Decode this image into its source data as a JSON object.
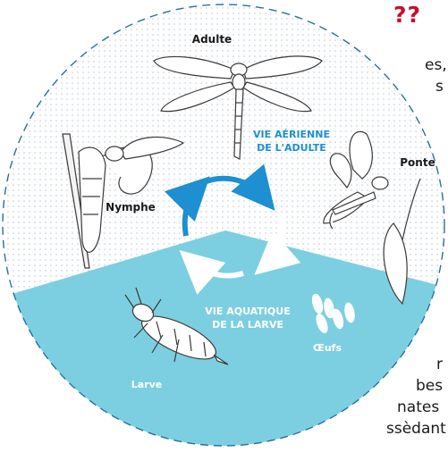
{
  "page": {
    "title_fragment": "??",
    "left_text": [
      "es,",
      "s"
    ],
    "bottom_text": [
      "r",
      "bes",
      "nates",
      "ssèdant"
    ]
  },
  "diagram": {
    "stages": {
      "adult": "Adulte",
      "laying": "Ponte",
      "eggs": "Œufs",
      "larva": "Larve",
      "nymph": "Nymphe"
    },
    "phases": {
      "aerial_line1": "VIE AÉRIENNE",
      "aerial_line2": "DE L'ADULTE",
      "aquatic_line1": "VIE AQUATIQUE",
      "aquatic_line2": "DE LA LARVE"
    },
    "colors": {
      "aquatic": "#7ccfe0",
      "arrow": "#1e8fd0",
      "circle": "#2a6fa0",
      "dots": "#c9d6e2",
      "accent": "#c8102e"
    }
  }
}
